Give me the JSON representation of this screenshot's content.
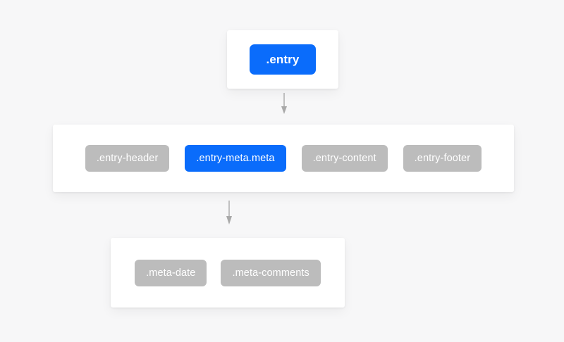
{
  "diagram": {
    "title": "CSS class hierarchy diagram",
    "colors": {
      "background": "#f7f7f8",
      "card": "#ffffff",
      "badge_gray": "#bcbcbc",
      "badge_blue": "#0a6cfb",
      "badge_text": "#ffffff",
      "arrow": "#a9a9a9"
    },
    "levels": [
      {
        "name": "root-level",
        "nodes": [
          {
            "label": ".entry",
            "state": "highlighted"
          }
        ]
      },
      {
        "name": "children-level",
        "nodes": [
          {
            "label": ".entry-header",
            "state": "normal"
          },
          {
            "label": ".entry-meta.meta",
            "state": "highlighted"
          },
          {
            "label": ".entry-content",
            "state": "normal"
          },
          {
            "label": ".entry-footer",
            "state": "normal"
          }
        ]
      },
      {
        "name": "grandchildren-level",
        "nodes": [
          {
            "label": ".meta-date",
            "state": "normal"
          },
          {
            "label": ".meta-comments",
            "state": "normal"
          }
        ]
      }
    ],
    "connectors": [
      {
        "name": "arrow-root-to-children",
        "icon": "arrow-down-icon"
      },
      {
        "name": "arrow-children-to-grandchildren",
        "icon": "arrow-down-icon"
      }
    ]
  }
}
